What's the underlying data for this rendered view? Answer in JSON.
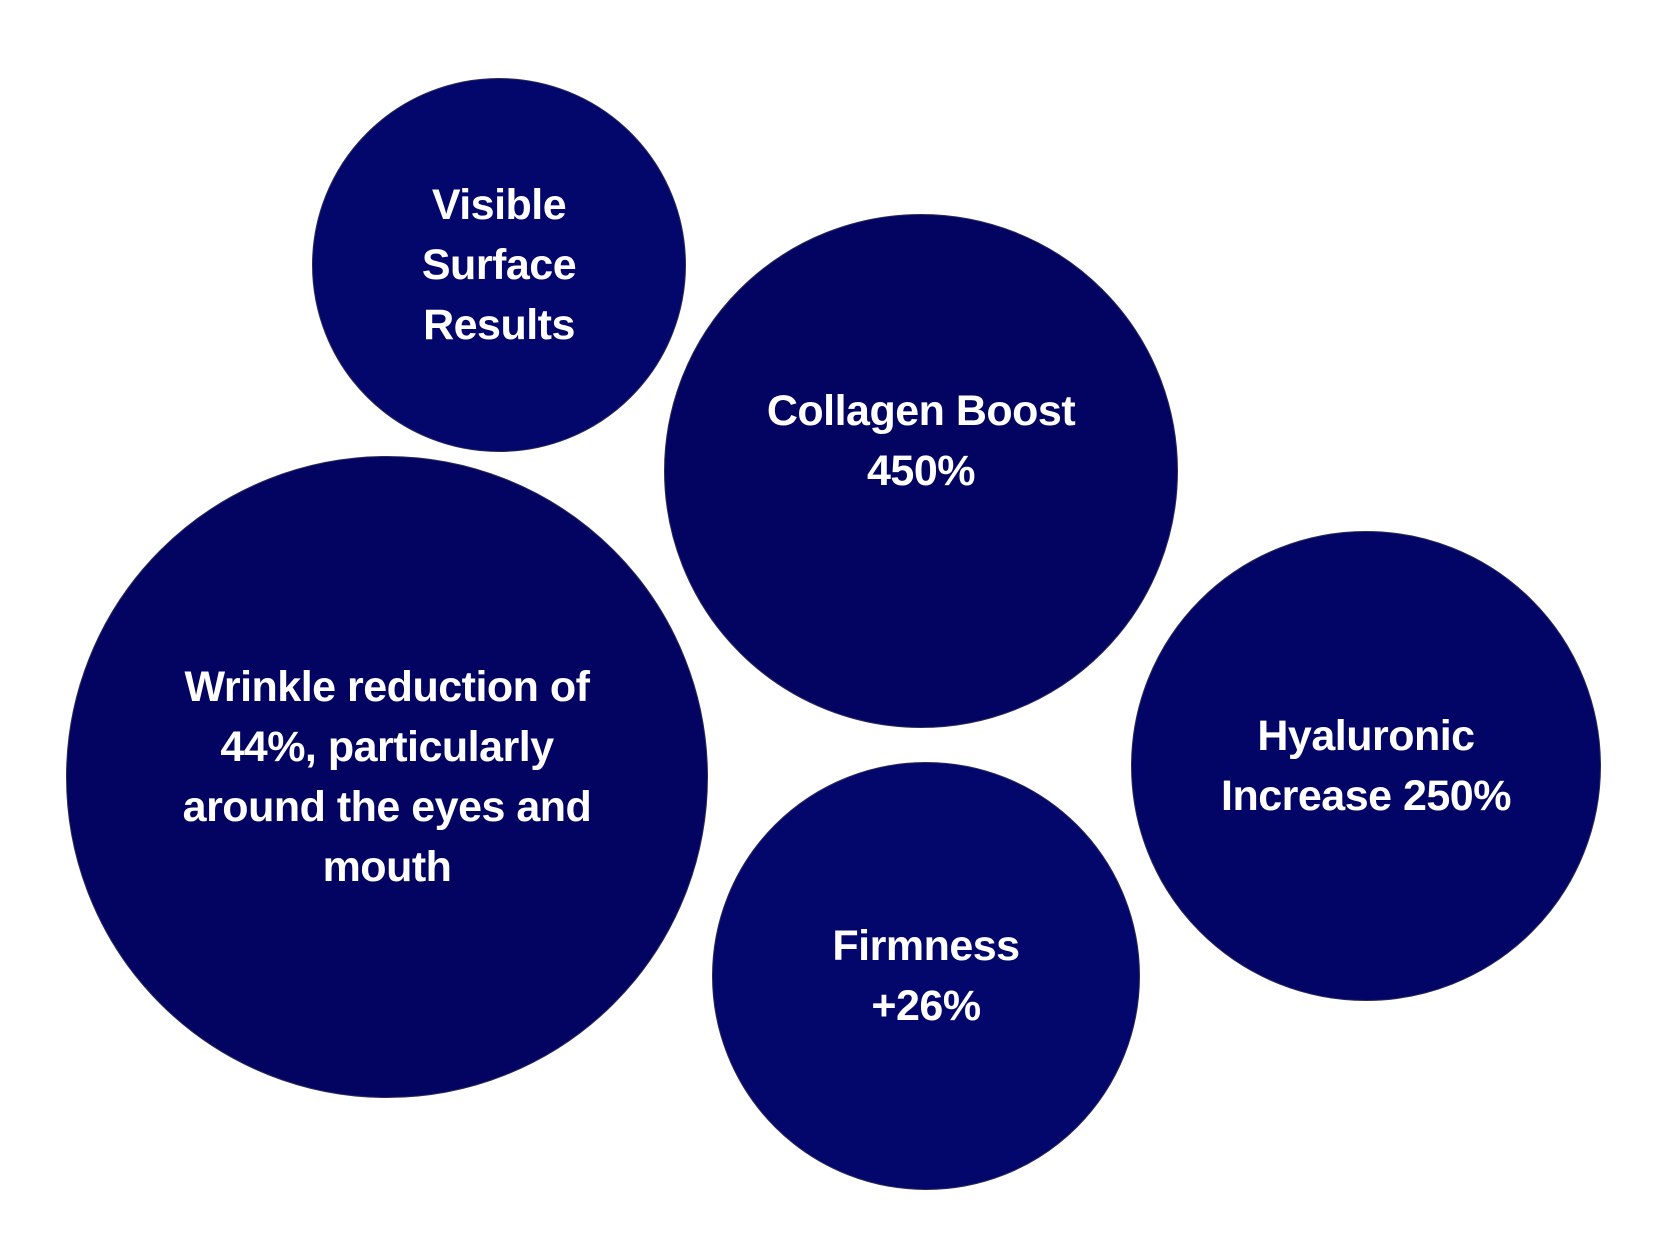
{
  "bubbles": [
    {
      "label": "Visible Surface Results",
      "color": "#03066a"
    },
    {
      "label": "Collagen Boost 450%",
      "color": "#030462"
    },
    {
      "label": "Wrinkle reduction of 44%, particularly around the eyes and mouth",
      "color": "#030462"
    },
    {
      "label": "Firmness +26%",
      "color": "#03066a"
    },
    {
      "label": "Hyaluronic Increase 250%",
      "color": "#030566"
    }
  ]
}
